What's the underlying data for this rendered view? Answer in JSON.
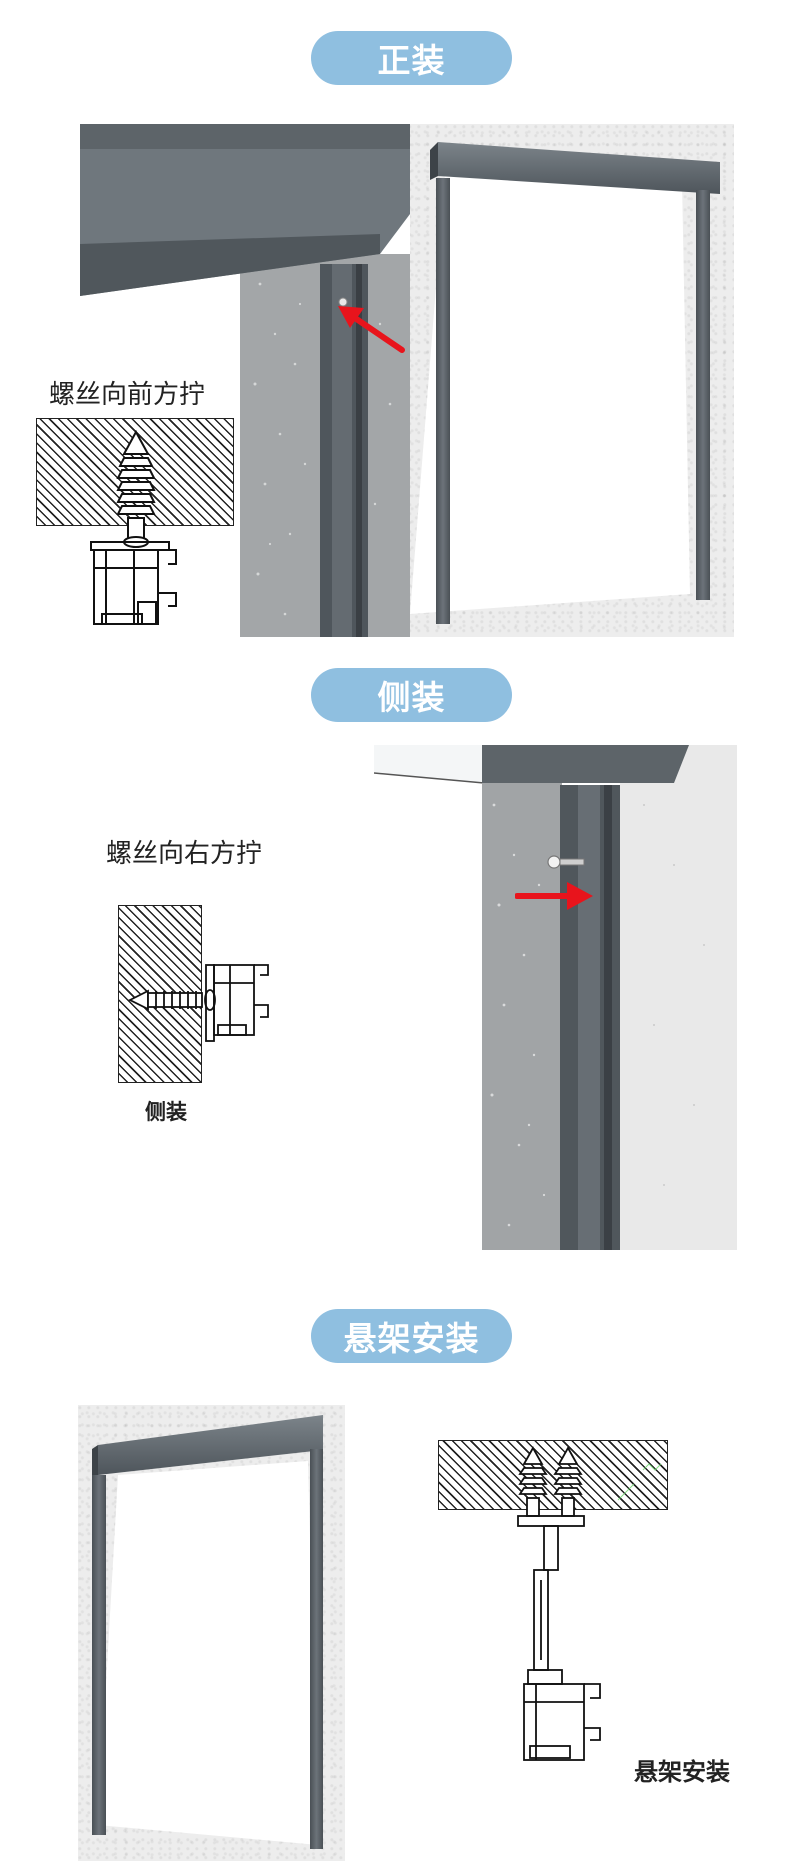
{
  "sections": {
    "front_install": {
      "title": "正装",
      "caption": "螺丝向前方拧"
    },
    "side_install": {
      "title": "侧装",
      "caption": "螺丝向右方拧",
      "diagram_label": "侧装"
    },
    "suspended_install": {
      "title": "悬架安装",
      "diagram_label": "悬架安装"
    }
  },
  "colors": {
    "pill": "#8fbfe0",
    "frame": "#565d63",
    "arrow": "#e8141c",
    "wall": "#ededed"
  },
  "icons": [
    "screw-icon",
    "arrow-icon"
  ]
}
